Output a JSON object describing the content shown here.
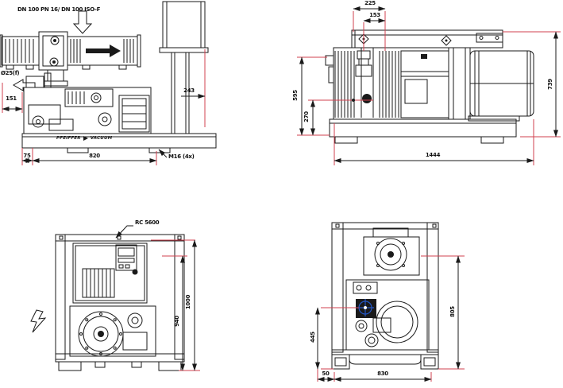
{
  "document": {
    "type": "technical-dimension-drawing",
    "subject": "vacuum pump station, four orthographic views"
  },
  "colors": {
    "bg": "#ffffff",
    "line": "#1a1a1a",
    "text": "#111111",
    "dimension": "#d2404f",
    "accent_blue": "#2457c5"
  },
  "views": {
    "side_view": {
      "flange_label": "DN 100 PN 16/ DN 100 ISO-F",
      "port_label": "Ø25(f)",
      "brand": {
        "left": "PFEIFFER",
        "right": "VACUUM"
      },
      "dims": {
        "port_offset": "151",
        "rear_width": "243",
        "foot_offset": "75",
        "foot_spacing": "820",
        "bolt_spec": "M16 (4x)"
      }
    },
    "front_view": {
      "dims": {
        "top_outer": "225",
        "top_inner": "153",
        "height_mid": "595",
        "height_low": "270",
        "height_right": "739",
        "total_length": "1444"
      }
    },
    "rear_view": {
      "control_label": "RC 5600",
      "dims": {
        "height_inner": "940",
        "height_total": "1000"
      }
    },
    "end_view": {
      "dims": {
        "height_port": "445",
        "height_motor": "805",
        "foot_offset": "50",
        "foot_spacing": "830"
      }
    }
  },
  "symbols": {
    "inlet": "hollow-down-arrow",
    "outlet": "hollow-left-arrow",
    "flow": "solid-right-arrow",
    "power": "lightning-arrow",
    "lifting_points": "diamond-lugs",
    "reference_target": "blue-crosshair"
  }
}
